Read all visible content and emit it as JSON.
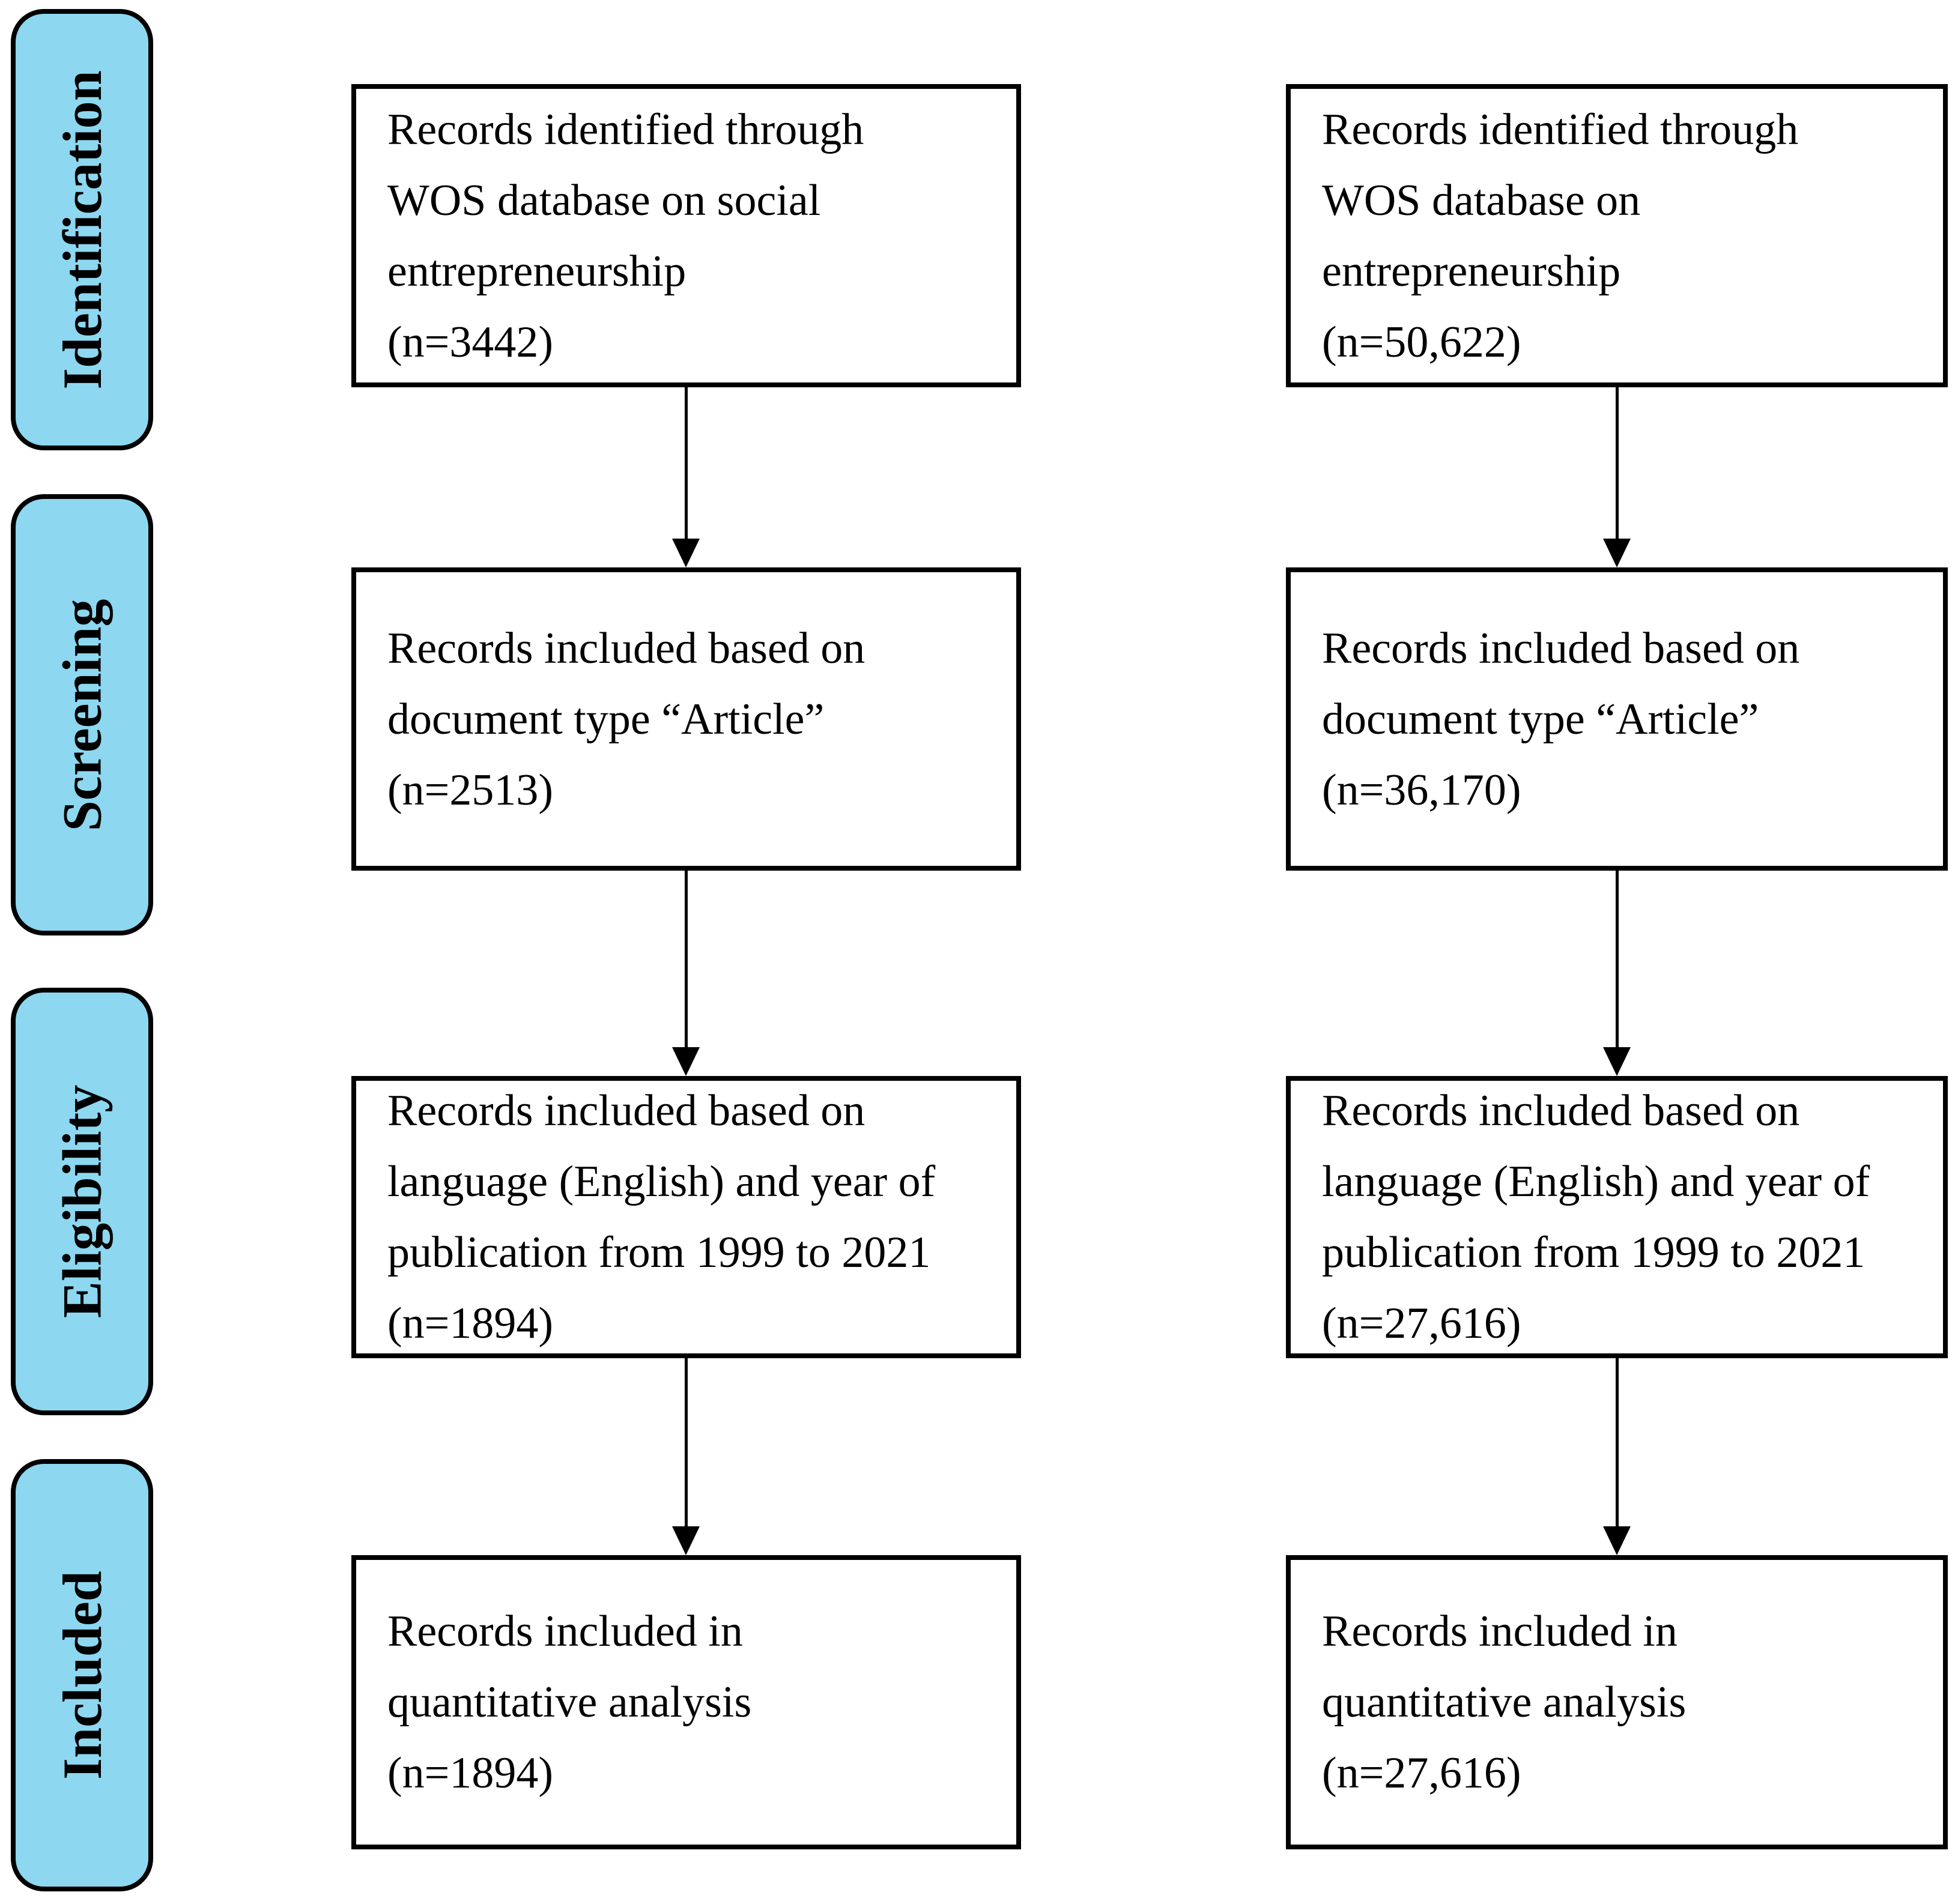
{
  "figure": {
    "stages": [
      "Identification",
      "Screening",
      "Eligibility",
      "Included"
    ],
    "columns": [
      {
        "boxes": [
          {
            "lines": [
              "Records identified through",
              "WOS database on social",
              "entrepreneurship",
              "(n=3442)"
            ]
          },
          {
            "lines": [
              "Records included based on",
              "document type “Article”",
              "(n=2513)"
            ]
          },
          {
            "lines": [
              "Records included based on",
              "language (English) and year of",
              "publication from 1999 to 2021",
              "(n=1894)"
            ]
          },
          {
            "lines": [
              "Records included in",
              "quantitative analysis",
              "(n=1894)"
            ]
          }
        ]
      },
      {
        "boxes": [
          {
            "lines": [
              "Records identified through",
              "WOS database on",
              "entrepreneurship",
              "(n=50,622)"
            ]
          },
          {
            "lines": [
              "Records included based on",
              "document type “Article”",
              "(n=36,170)"
            ]
          },
          {
            "lines": [
              "Records included based on",
              "language (English) and year of",
              "publication from 1999 to 2021",
              "(n=27,616)"
            ]
          },
          {
            "lines": [
              "Records included in",
              "quantitative analysis",
              "(n=27,616)"
            ]
          }
        ]
      }
    ],
    "colors": {
      "stage_fill": "#8DD7F0",
      "line": "#000000",
      "background": "#FFFFFF"
    }
  }
}
